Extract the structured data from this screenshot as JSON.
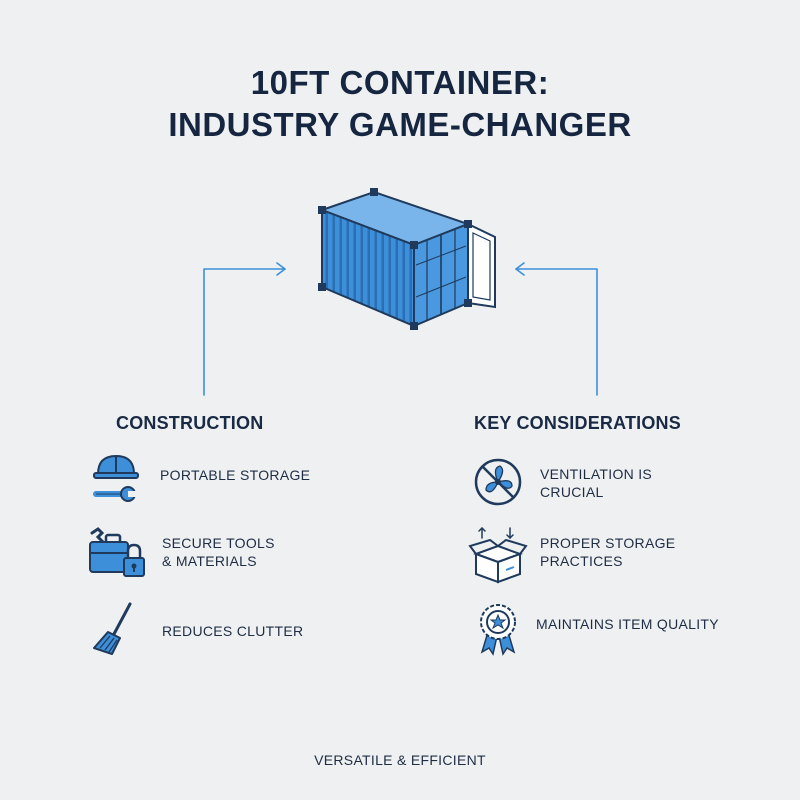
{
  "title": {
    "line1": "10FT CONTAINER:",
    "line2": "INDUSTRY GAME-CHANGER"
  },
  "colors": {
    "accent_blue": "#3d8fd9",
    "dark_navy": "#162640",
    "background": "#eef0f1"
  },
  "construction": {
    "heading": "CONSTRUCTION",
    "items": [
      {
        "icon": "hardhat-wrench-icon",
        "line1": "PORTABLE STORAGE",
        "line2": ""
      },
      {
        "icon": "toolbox-lock-icon",
        "line1": "SECURE TOOLS",
        "line2": "& MATERIALS"
      },
      {
        "icon": "broom-icon",
        "line1": "REDUCES CLUTTER",
        "line2": ""
      }
    ]
  },
  "considerations": {
    "heading": "KEY CONSIDERATIONS",
    "items": [
      {
        "icon": "ventilation-fan-icon",
        "line1": "VENTILATION IS",
        "line2": "CRUCIAL"
      },
      {
        "icon": "storage-box-icon",
        "line1": "PROPER STORAGE",
        "line2": "PRACTICES"
      },
      {
        "icon": "quality-award-icon",
        "line1": "MAINTAINS ITEM QUALITY",
        "line2": ""
      }
    ]
  },
  "footer": "VERSATILE & EFFICIENT"
}
